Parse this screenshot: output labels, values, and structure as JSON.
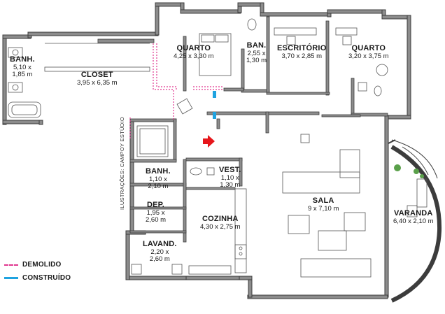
{
  "colors": {
    "wall": "#3c3c3c",
    "wall_fill": "#8c8c8c",
    "demolished": "#e0378f",
    "built": "#1fa3e0",
    "arrow": "#e6161b",
    "furniture": "#555555",
    "plant": "#5aa04a"
  },
  "rooms": [
    {
      "id": "banh1",
      "name": "BANH.",
      "dims": "5,10 x\n1,85 m"
    },
    {
      "id": "closet",
      "name": "CLOSET",
      "dims": "3,95 x 6,35 m"
    },
    {
      "id": "quarto1",
      "name": "QUARTO",
      "dims": "4,25 x 3,30 m"
    },
    {
      "id": "ban",
      "name": "BAN.",
      "dims": "2,55 x\n1,30 m"
    },
    {
      "id": "escritorio",
      "name": "ESCRITÓRIO",
      "dims": "3,70 x 2,85 m"
    },
    {
      "id": "quarto2",
      "name": "QUARTO",
      "dims": "3,20 x 3,75 m"
    },
    {
      "id": "banh2",
      "name": "BANH.",
      "dims": "1,10 x\n2,10 m"
    },
    {
      "id": "vest",
      "name": "VEST.",
      "dims": "1,10 x\n1,30 m"
    },
    {
      "id": "dep",
      "name": "DEP.",
      "dims": "1,95 x\n2,60 m"
    },
    {
      "id": "sala",
      "name": "SALA",
      "dims": "9 x 7,10 m"
    },
    {
      "id": "varanda",
      "name": "VARANDA",
      "dims": "6,40 x 2,10 m"
    },
    {
      "id": "cozinha",
      "name": "COZINHA",
      "dims": "4,30 x 2,75 m"
    },
    {
      "id": "lavand",
      "name": "LAVAND.",
      "dims": "2,20 x\n2,60 m"
    }
  ],
  "credit": "ILUSTRAÇÕES: CAMPOY ESTÚDIO",
  "legend": [
    {
      "label": "DEMOLIDO",
      "style": "dashed",
      "color": "#e0378f"
    },
    {
      "label": "CONSTRUÍDO",
      "style": "solid",
      "color": "#1fa3e0"
    }
  ]
}
